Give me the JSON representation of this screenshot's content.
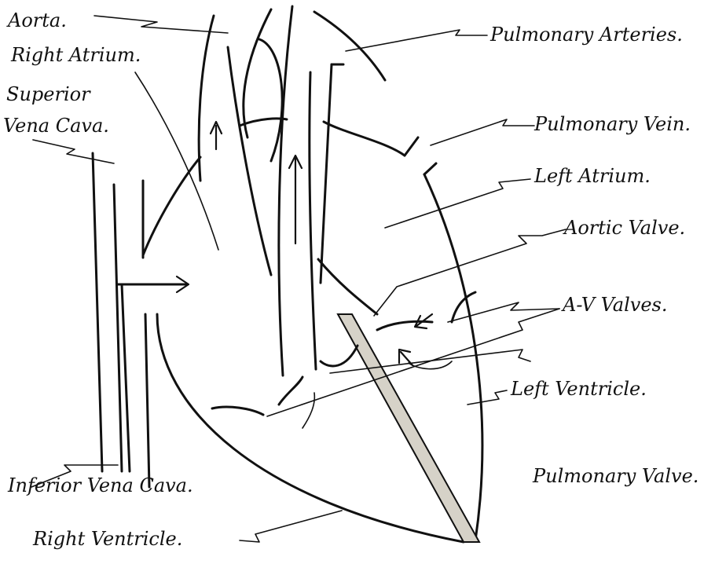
{
  "labels": {
    "aorta": "Aorta.",
    "right_atrium": "Right Atrium.",
    "superior_vena_cava_1": "Superior",
    "superior_vena_cava_2": "Vena Cava.",
    "pulmonary_arteries": "Pulmonary Arteries.",
    "pulmonary_vein": "Pulmonary Vein.",
    "left_atrium": "Left Atrium.",
    "aortic_valve": "Aortic Valve.",
    "av_valves": "A-V Valves.",
    "left_ventricle": "Left Ventricle.",
    "pulmonary_valve": "Pulmonary Valve.",
    "inferior_vena_cava": "Inferior Vena Cava.",
    "right_ventricle": "Right Ventricle."
  }
}
